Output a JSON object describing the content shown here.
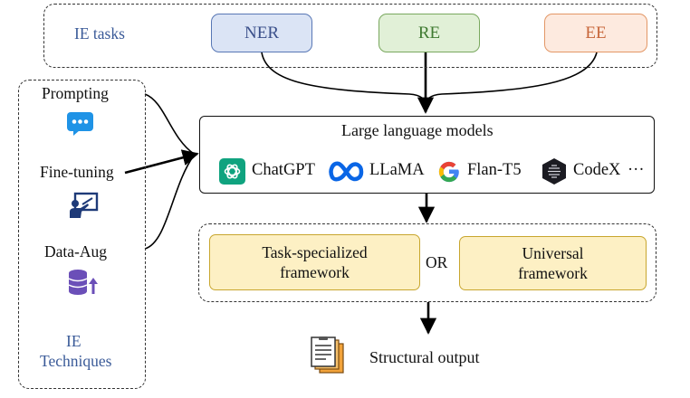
{
  "ie_tasks": {
    "label": "IE tasks",
    "items": [
      {
        "label": "NER",
        "color": "#3a4f8a",
        "fill": "#dbe4f5",
        "border": "#5877b5"
      },
      {
        "label": "RE",
        "color": "#3f7a31",
        "fill": "#e1f0d7",
        "border": "#79a85e"
      },
      {
        "label": "EE",
        "color": "#c7663a",
        "fill": "#fdeadf",
        "border": "#e39766"
      }
    ]
  },
  "techniques": {
    "items": [
      {
        "label": "Prompting",
        "icon": "chat-bubble-icon"
      },
      {
        "label": "Fine-tuning",
        "icon": "presentation-board-icon"
      },
      {
        "label": "Data-Aug",
        "icon": "database-arrow-icon"
      }
    ],
    "footer": [
      "IE",
      "Techniques"
    ],
    "footer_color": "#3a5a98"
  },
  "llm": {
    "title": "Large language models",
    "models": [
      {
        "label": "ChatGPT",
        "icon": "openai-logo-icon"
      },
      {
        "label": "LLaMA",
        "icon": "meta-logo-icon"
      },
      {
        "label": "Flan-T5",
        "icon": "google-logo-icon"
      },
      {
        "label": "CodeX",
        "icon": "codex-logo-icon"
      }
    ],
    "more": "···"
  },
  "frameworks": {
    "left": [
      "Task-specialized",
      "framework"
    ],
    "or": "OR",
    "right": [
      "Universal",
      "framework"
    ]
  },
  "output": {
    "label": "Structural output",
    "icon": "documents-icon"
  }
}
